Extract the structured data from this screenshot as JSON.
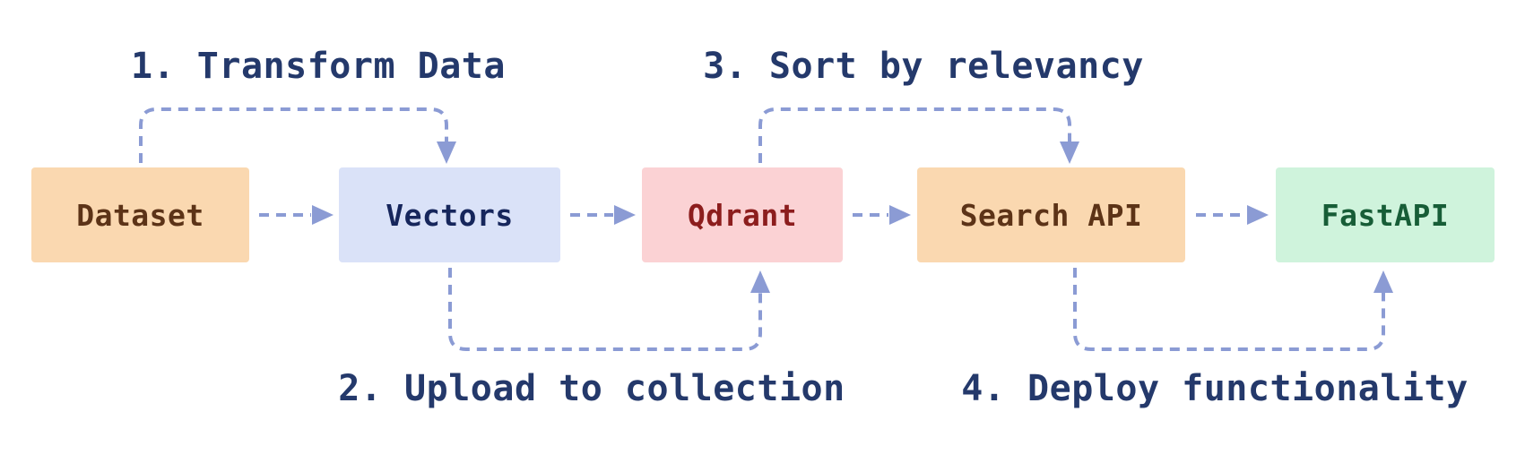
{
  "diagram": {
    "type": "flowchart",
    "direction": "left-to-right",
    "flow_order": [
      "Dataset",
      "Vectors",
      "Qdrant",
      "Search API",
      "FastAPI"
    ],
    "nodes": [
      {
        "id": "dataset",
        "label": "Dataset",
        "fill": "#fad8b0",
        "text_color": "#5c3317"
      },
      {
        "id": "vectors",
        "label": "Vectors",
        "fill": "#dae2f8",
        "text_color": "#16265c"
      },
      {
        "id": "qdrant",
        "label": "Qdrant",
        "fill": "#fbd2d4",
        "text_color": "#8c1d1d"
      },
      {
        "id": "search_api",
        "label": "Search API",
        "fill": "#fad8b0",
        "text_color": "#5c3317"
      },
      {
        "id": "fastapi",
        "label": "FastAPI",
        "fill": "#cff3dc",
        "text_color": "#175d37"
      }
    ],
    "steps": [
      {
        "id": "step-1",
        "label": "1. Transform Data",
        "from": "Dataset",
        "to": "Vectors",
        "route": "over-the-top"
      },
      {
        "id": "step-2",
        "label": "2. Upload to collection",
        "from": "Vectors",
        "to": "Qdrant",
        "route": "under-the-bottom"
      },
      {
        "id": "step-3",
        "label": "3. Sort by relevancy",
        "from": "Qdrant",
        "to": "Search API",
        "route": "over-the-top"
      },
      {
        "id": "step-4",
        "label": "4. Deploy functionality",
        "from": "Search API",
        "to": "FastAPI",
        "route": "under-the-bottom"
      }
    ],
    "colors": {
      "background": "#ffffff",
      "connector": "#8b9bd4",
      "step_label": "#24396b"
    }
  }
}
